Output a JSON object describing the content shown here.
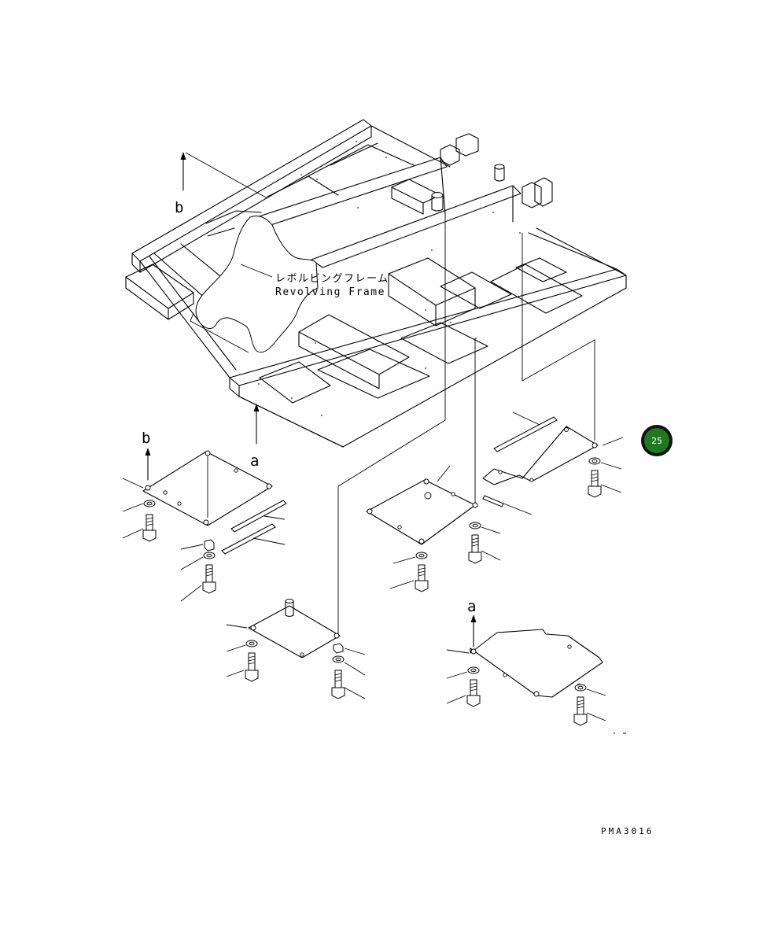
{
  "labels": {
    "frame_jp": "レボルビングフレーム",
    "frame_en": "Revolving Frame",
    "view_a_top": "a",
    "view_b_top": "b",
    "view_b_lower": "b",
    "view_a_lower": "a"
  },
  "badge": {
    "number": "25",
    "fill": "#1f7a1f",
    "ring": "#111111",
    "text_color": "#ffffff"
  },
  "drawing_code": "PMA3016"
}
